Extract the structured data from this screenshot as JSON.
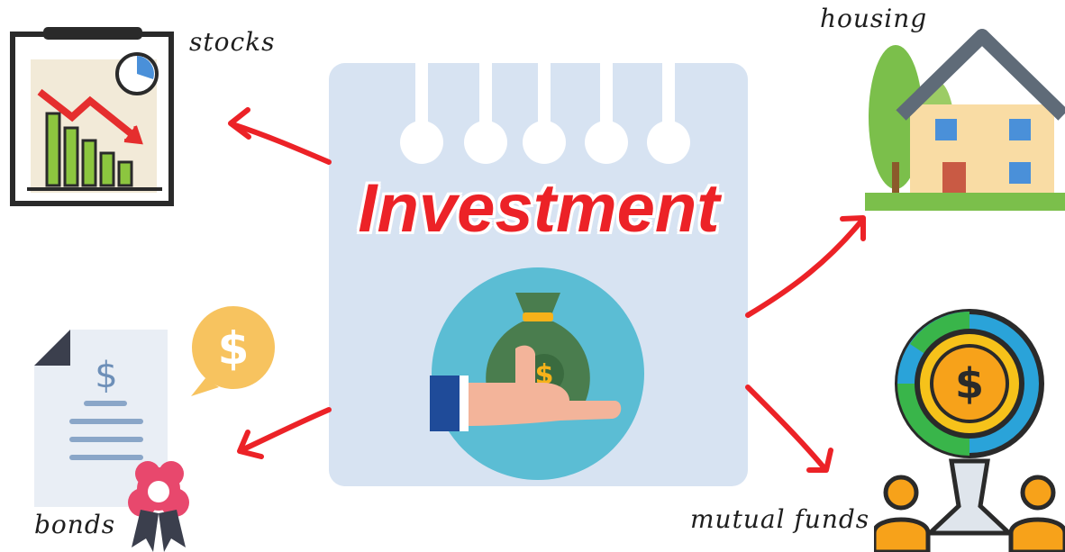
{
  "center": {
    "title": "Investment",
    "icon": "money-bag-in-hand-icon"
  },
  "branches": [
    {
      "label": "stocks",
      "icon": "falling-stock-chart-icon"
    },
    {
      "label": "housing",
      "icon": "house-icon"
    },
    {
      "label": "bonds",
      "icon": "bond-certificate-icon"
    },
    {
      "label": "mutual funds",
      "icon": "fund-globe-icon"
    }
  ],
  "colors": {
    "arrow": "#ec2227",
    "card": "#d7e3f2",
    "circle": "#5bbdd4"
  }
}
